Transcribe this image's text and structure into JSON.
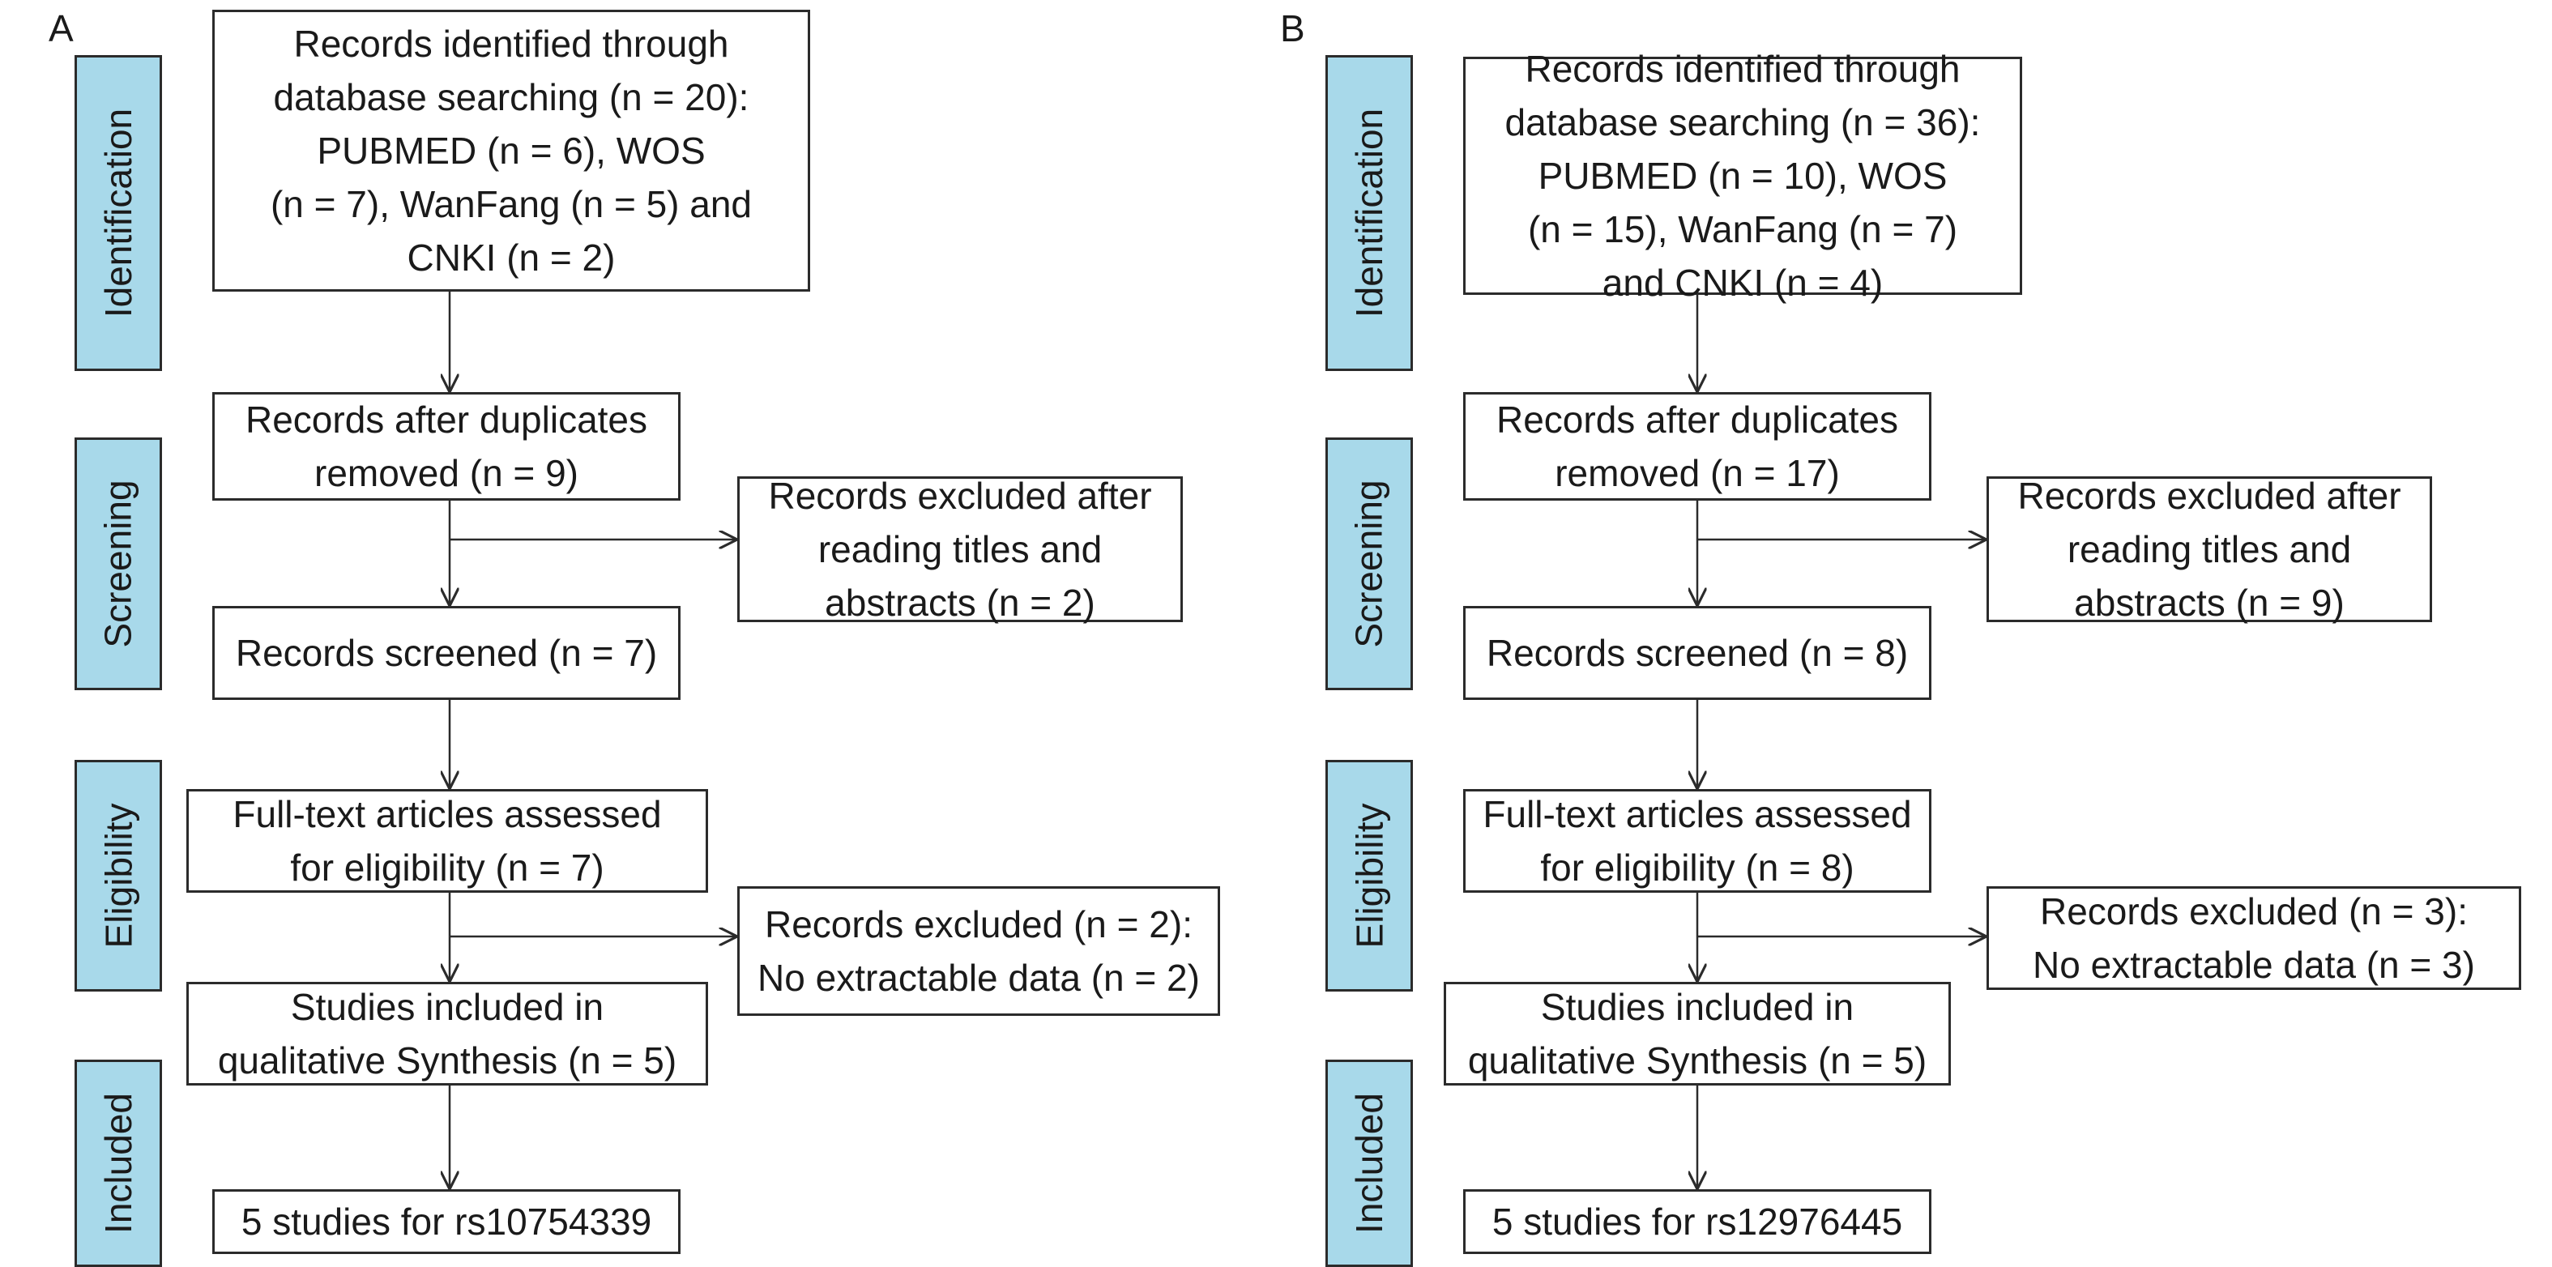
{
  "stage_color": "#a8d9ea",
  "panels": [
    {
      "label": "A",
      "stages": [
        "Identification",
        "Screening",
        "Eligibility",
        "Included"
      ],
      "identified": [
        "Records identified through",
        "database searching (n = 20):",
        "PUBMED (n = 6), WOS",
        "(n = 7), WanFang (n = 5) and",
        "CNKI (n = 2)"
      ],
      "after_duplicates": [
        "Records after duplicates",
        "removed (n = 9)"
      ],
      "excluded_titles": [
        "Records excluded after",
        "reading titles and",
        "abstracts (n = 2)"
      ],
      "screened": [
        "Records screened (n = 7)"
      ],
      "fulltext": [
        "Full-text articles assessed",
        "for eligibility (n = 7)"
      ],
      "excluded_data": [
        "Records excluded (n = 2):",
        "No extractable data (n = 2)"
      ],
      "included_synthesis": [
        "Studies included in",
        "qualitative Synthesis (n = 5)"
      ],
      "final": [
        "5 studies for rs10754339"
      ]
    },
    {
      "label": "B",
      "stages": [
        "Identification",
        "Screening",
        "Eligibility",
        "Included"
      ],
      "identified": [
        "Records identified through",
        "database searching (n = 36):",
        "PUBMED (n = 10), WOS",
        "(n = 15), WanFang (n = 7)",
        "and CNKI (n = 4)"
      ],
      "after_duplicates": [
        "Records after duplicates",
        "removed (n = 17)"
      ],
      "excluded_titles": [
        "Records excluded after",
        "reading titles and",
        "abstracts (n = 9)"
      ],
      "screened": [
        "Records screened (n = 8)"
      ],
      "fulltext": [
        "Full-text articles assessed",
        "for eligibility (n = 8)"
      ],
      "excluded_data": [
        "Records excluded (n = 3):",
        "No extractable data (n = 3)"
      ],
      "included_synthesis": [
        "Studies included in",
        "qualitative Synthesis (n = 5)"
      ],
      "final": [
        "5 studies for rs12976445"
      ]
    }
  ]
}
